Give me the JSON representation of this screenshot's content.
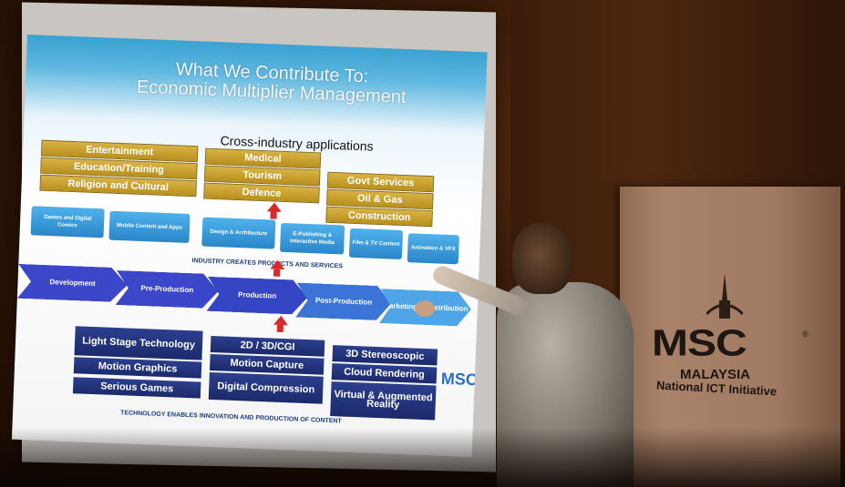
{
  "slide": {
    "title_line1": "What We Contribute To:",
    "title_line2": "Economic Multiplier Management",
    "cross_industry": "Cross-industry applications",
    "gold_left": [
      "Entertainment",
      "Education/Training",
      "Religion and Cultural"
    ],
    "gold_middle": [
      "Medical",
      "Tourism",
      "Defence"
    ],
    "gold_right": [
      "Govt Services",
      "Oil & Gas",
      "Construction"
    ],
    "industries": [
      "Games and Digital Comics",
      "Mobile Content and Apps",
      "Design & Architecture",
      "E-Publishing & Interactive Media",
      "Film & TV Content",
      "Animation & VFX"
    ],
    "industry_caption": "INDUSTRY CREATES PRODUCTS AND SERVICES",
    "pipeline": [
      "Development",
      "Pre-Production",
      "Production",
      "Post-Production",
      "Marketing & Distribution"
    ],
    "tech_left": [
      "Light Stage Technology",
      "Motion Graphics",
      "Serious Games"
    ],
    "tech_middle": [
      "2D / 3D/CGI",
      "Motion Capture",
      "Digital Compression"
    ],
    "tech_right": [
      "3D Stereoscopic",
      "Cloud Rendering",
      "Virtual & Augmented Reality"
    ],
    "tech_caption": "TECHNOLOGY ENABLES INNOVATION AND PRODUCTION OF CONTENT",
    "corner_logo": "MSC"
  },
  "banner": {
    "logo": "MSC",
    "country": "MALAYSIA",
    "tagline": "National ICT Initiative",
    "registered": "®"
  },
  "colors": {
    "gold": "#c9a232",
    "industry_blue": "#3aa0e0",
    "chevron_dark": "#3b47c8",
    "chevron_light": "#4ea6e8",
    "navy": "#22317a",
    "arrow_red": "#d8292a"
  }
}
